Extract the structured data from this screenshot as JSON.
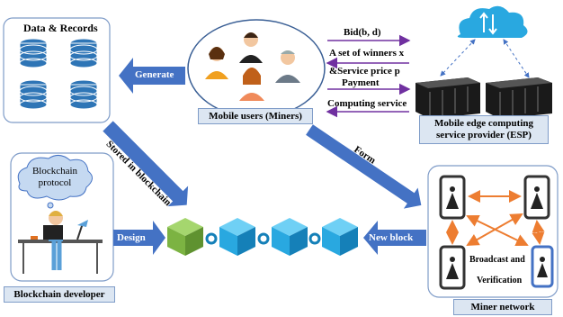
{
  "data_records": {
    "title": "Data & Records"
  },
  "actions": {
    "generate": "Generate",
    "stored": "Stored in blockchain",
    "form": "Form",
    "design": "Design",
    "new_block": "New block"
  },
  "mobile_users": {
    "label": "Mobile users (Miners)"
  },
  "exchange": {
    "bid": "Bid(b, d)",
    "winners": "A set of winners x",
    "price": "&Service price p",
    "payment": "Payment",
    "computing": "Computing service"
  },
  "esp": {
    "line1": "Mobile edge computing",
    "line2": "service provider (ESP)"
  },
  "developer": {
    "cloud": "Blockchain protocol",
    "label": "Blockchain developer"
  },
  "miner_network": {
    "label": "Miner network",
    "broadcast": "Broadcast and",
    "verification": "Verification"
  },
  "colors": {
    "arrow_blue": "#4472c4",
    "box_fill": "#dce6f2",
    "block_green": "#8bc34a",
    "block_blue": "#29a8e0",
    "purple": "#7030a0",
    "orange": "#ed7d31"
  }
}
